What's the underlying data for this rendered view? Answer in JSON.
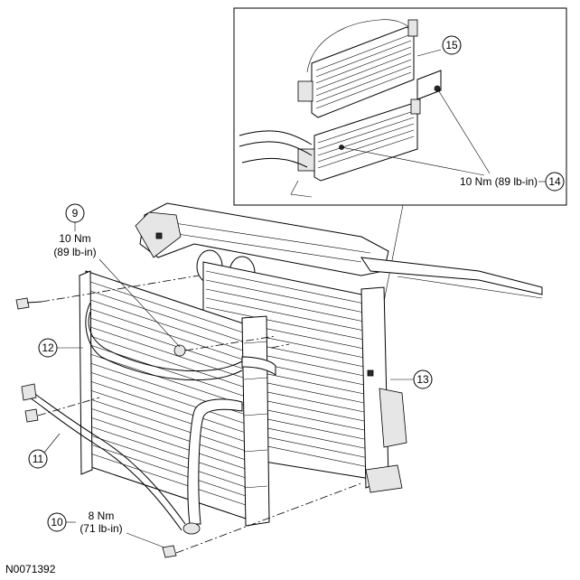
{
  "callouts": {
    "c9": {
      "number": "9",
      "torque_nm": "10 Nm",
      "torque_lbin": "(89 lb-in)"
    },
    "c10": {
      "number": "10",
      "torque_nm": "8 Nm",
      "torque_lbin": "(71 lb-in)"
    },
    "c11": {
      "number": "11"
    },
    "c12": {
      "number": "12"
    },
    "c13": {
      "number": "13"
    },
    "c14": {
      "number": "14",
      "torque": "10 Nm (89 lb-in)"
    },
    "c15": {
      "number": "15"
    }
  },
  "figure_id": "N0071392"
}
